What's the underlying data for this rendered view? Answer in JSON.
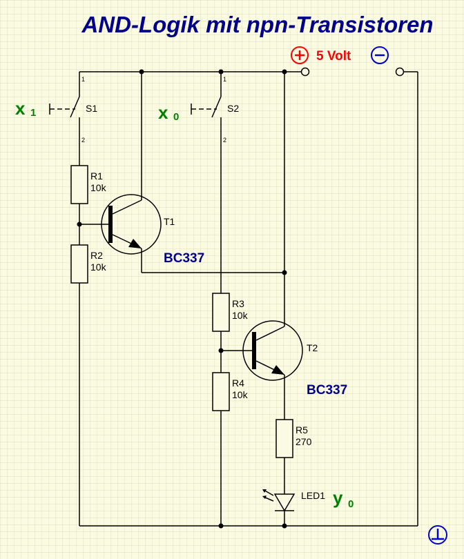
{
  "title": "AND-Logik mit npn-Transistoren",
  "supply": {
    "plus_symbol": "+",
    "label": "5 Volt",
    "minus_symbol": "−"
  },
  "inputs": {
    "x1": {
      "letter": "x",
      "index": "1"
    },
    "x0": {
      "letter": "x",
      "index": "0"
    }
  },
  "output": {
    "letter": "y",
    "index": "0"
  },
  "switches": [
    {
      "name": "S1",
      "pin_top": "1",
      "pin_bottom": "2"
    },
    {
      "name": "S2",
      "pin_top": "1",
      "pin_bottom": "2"
    }
  ],
  "resistors": [
    {
      "name": "R1",
      "value": "10k"
    },
    {
      "name": "R2",
      "value": "10k"
    },
    {
      "name": "R3",
      "value": "10k"
    },
    {
      "name": "R4",
      "value": "10k"
    },
    {
      "name": "R5",
      "value": "270"
    }
  ],
  "transistors": [
    {
      "name": "T1",
      "type": "BC337"
    },
    {
      "name": "T2",
      "type": "BC337"
    }
  ],
  "led": {
    "name": "LED1"
  },
  "colors": {
    "title": "#00008b",
    "type_label": "#00008b",
    "variable": "#008000",
    "supply_text": "#ff0000",
    "plus": "#ff0000",
    "minus": "#0000cc",
    "ground": "#0000cc",
    "wire": "#000000"
  }
}
